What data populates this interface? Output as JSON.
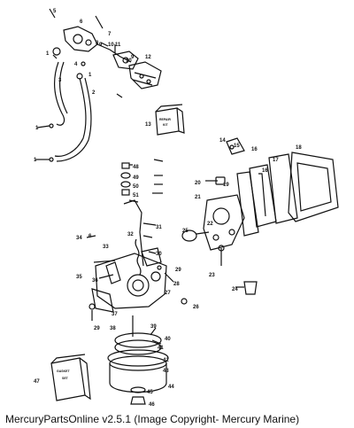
{
  "caption": "MercuryPartsOnline v2.5.1 (Image Copyright- Mercury Marine)",
  "labels": {
    "p1": "1",
    "p2": "2",
    "p3": "3",
    "p4": "4",
    "p5": "5",
    "p6": "6",
    "p7": "7",
    "p8": "8",
    "p9": "9",
    "p10": "10",
    "p11": "11",
    "p12": "12",
    "p13": "13",
    "p14": "14",
    "p15": "15",
    "p16": "16",
    "p17": "17",
    "p18": "18",
    "p19": "19",
    "p20": "20",
    "p21": "21",
    "p22": "22",
    "p23": "23",
    "p24": "24",
    "p25": "25",
    "p26": "26",
    "p27": "27",
    "p28": "28",
    "p29": "29",
    "p30": "30",
    "p31": "31",
    "p32": "32",
    "p33": "33",
    "p34": "34",
    "p35": "35",
    "p36": "36",
    "p37": "37",
    "p38": "38",
    "p39": "39",
    "p40": "40",
    "p41": "41",
    "p42": "42",
    "p43": "43",
    "p44": "44",
    "p45": "45",
    "p46": "46",
    "p47": "47",
    "p48": "48",
    "p49": "49",
    "p50": "50",
    "p51": "51"
  },
  "kit_labels": {
    "kit13_top": "REPAIR",
    "kit13_bottom": "KIT",
    "kit47_top": "GASKET",
    "kit47_bottom": "SET"
  },
  "icons": {
    "fuel_pump": "fuel-pump-icon",
    "carburetor": "carburetor-icon",
    "float_bowl": "float-bowl-icon",
    "reed_plate": "reed-plate-icon"
  }
}
